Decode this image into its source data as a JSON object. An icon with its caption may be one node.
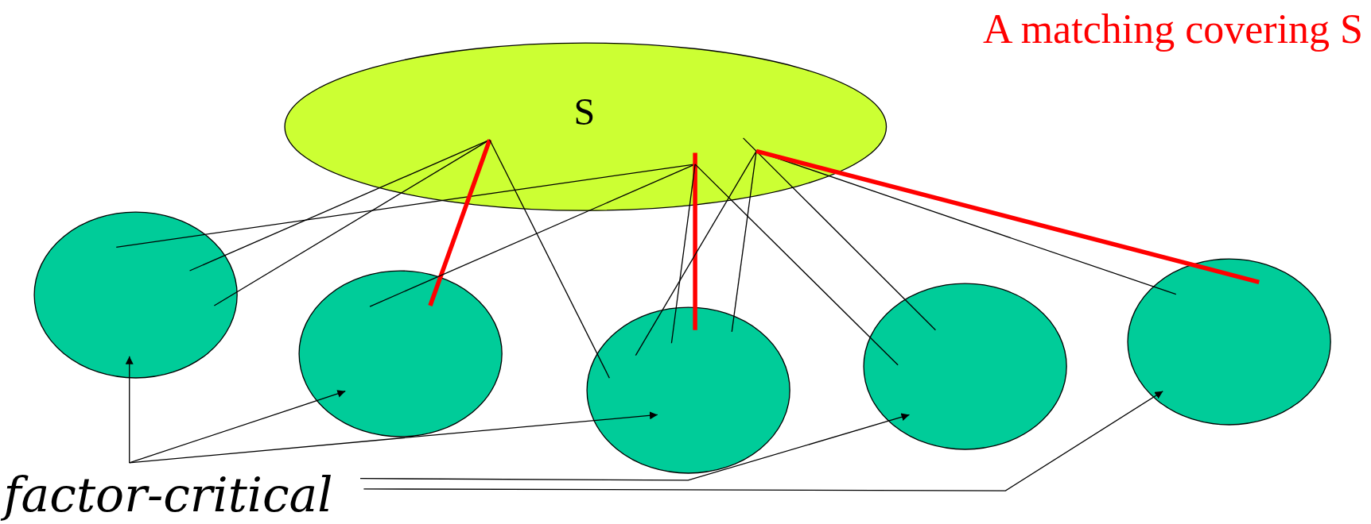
{
  "diagram": {
    "nodes": [
      {
        "text": [
          "S"
        ]
      },
      {
        "text": [],
        "shape": "circle"
      },
      {
        "text": [],
        "shape": "circle"
      },
      {
        "text": [],
        "shape": "circle"
      },
      {
        "text": [],
        "shape": "circle"
      },
      {
        "text": [],
        "shape": "circle"
      },
      {
        "text": [
          "factor-critical"
        ]
      }
    ],
    "edges": [
      {
        "from": 0,
        "to": 1,
        "arrow": "none"
      },
      {
        "from": 0,
        "to": 1,
        "arrow": "none"
      },
      {
        "from": 0,
        "to": 1,
        "arrow": "none"
      },
      {
        "from": 0,
        "to": 2,
        "arrow": "none",
        "style": "thick",
        "color": "#ff0000"
      },
      {
        "from": 0,
        "to": 2,
        "arrow": "none"
      },
      {
        "from": 0,
        "to": 3,
        "arrow": "none"
      },
      {
        "from": 0,
        "to": 3,
        "arrow": "none",
        "style": "thick",
        "color": "#ff0000"
      },
      {
        "from": 0,
        "to": 3,
        "arrow": "none"
      },
      {
        "from": 0,
        "to": 3,
        "arrow": "none"
      },
      {
        "from": 0,
        "to": 3,
        "arrow": "none"
      },
      {
        "from": 0,
        "to": 4,
        "arrow": "none"
      },
      {
        "from": 0,
        "to": 4,
        "arrow": "none"
      },
      {
        "from": 0,
        "to": 5,
        "arrow": "none"
      },
      {
        "from": 0,
        "to": 5,
        "arrow": "none",
        "style": "thick",
        "color": "#ff0000"
      },
      {
        "from": 6,
        "to": 1,
        "arrow": "to"
      },
      {
        "from": 6,
        "to": 2,
        "arrow": "to"
      },
      {
        "from": 6,
        "to": 3,
        "arrow": "to"
      },
      {
        "from": 6,
        "to": 4,
        "arrow": "to"
      },
      {
        "from": 6,
        "to": 5,
        "arrow": "to"
      }
    ],
    "labels": [
      "A matching covering S"
    ]
  }
}
